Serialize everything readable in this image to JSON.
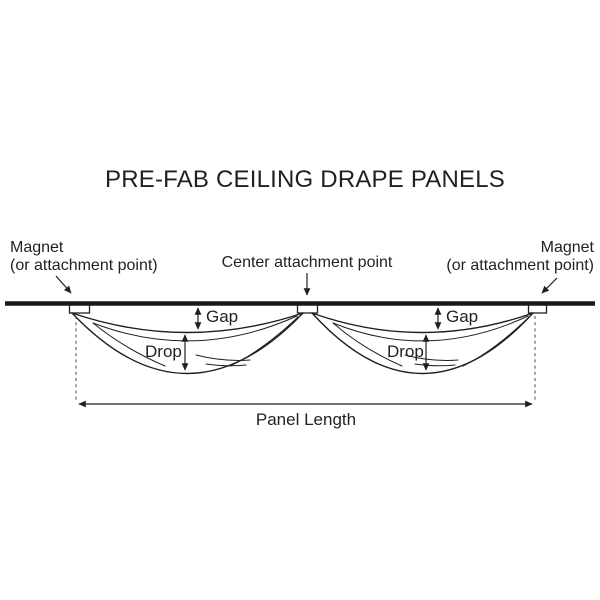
{
  "title": "PRE-FAB CEILING DRAPE PANELS",
  "labels": {
    "left_magnet_line1": "Magnet",
    "left_magnet_line2": "(or attachment point)",
    "center_attachment": "Center attachment point",
    "right_magnet_line1": "Magnet",
    "right_magnet_line2": "(or attachment point)",
    "gap": "Gap",
    "drop": "Drop",
    "panel_length": "Panel Length"
  },
  "colors": {
    "ink": "#231f20",
    "background": "#ffffff"
  }
}
